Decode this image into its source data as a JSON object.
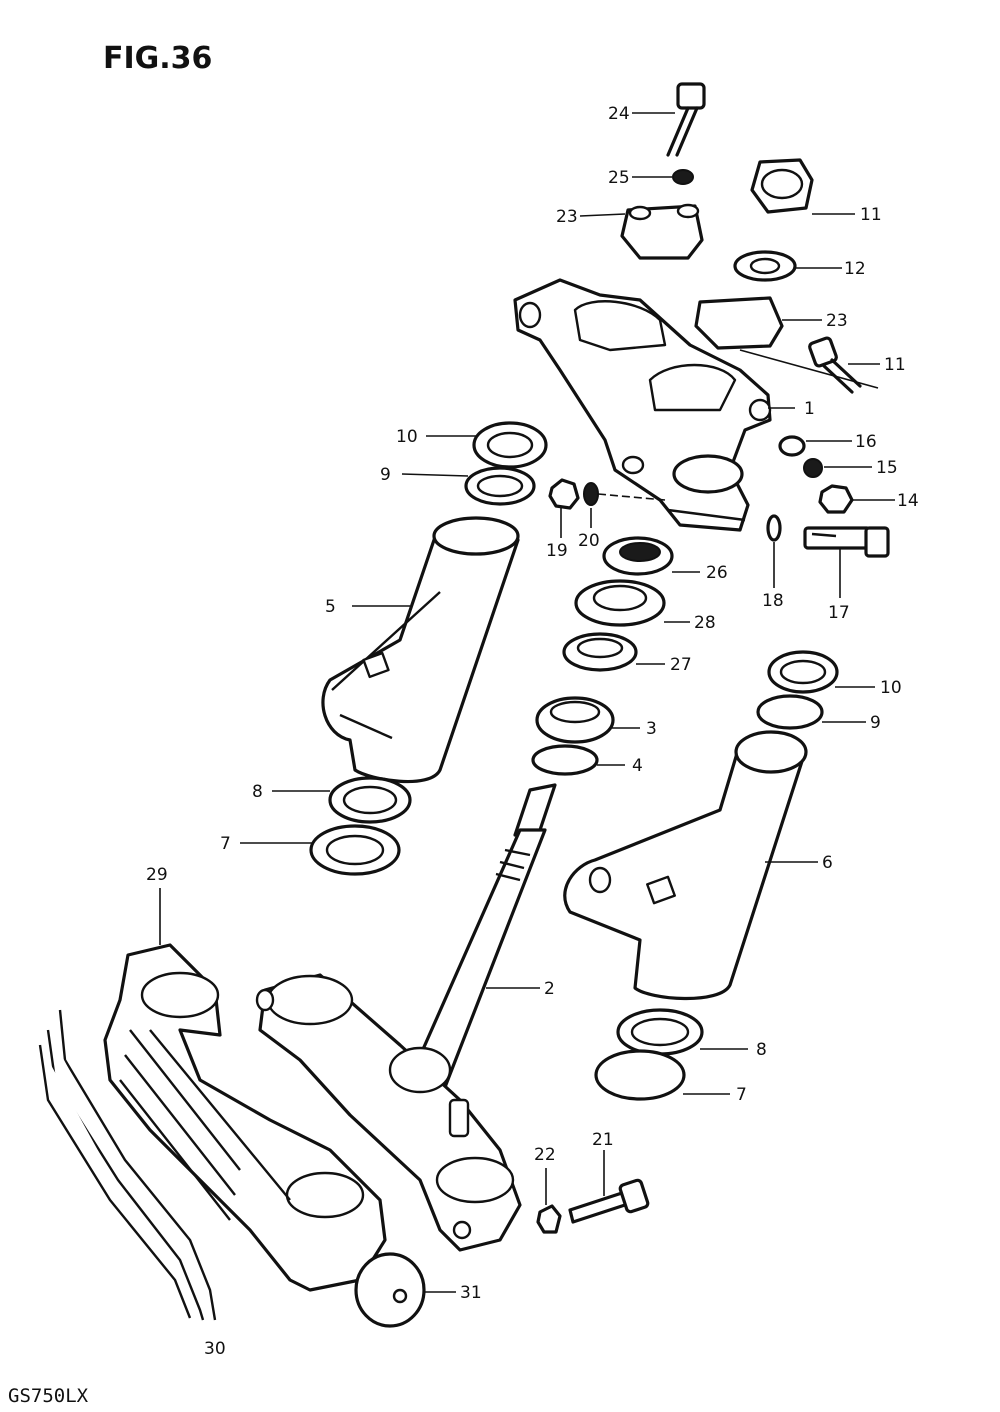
{
  "figure": {
    "title": "FIG.36",
    "model_code": "GS750LX"
  },
  "callouts": {
    "c1": "1",
    "c2": "2",
    "c3": "3",
    "c4": "4",
    "c5": "5",
    "c6": "6",
    "c7a": "7",
    "c7b": "7",
    "c8a": "8",
    "c8b": "8",
    "c9a": "9",
    "c9b": "9",
    "c10a": "10",
    "c10b": "10",
    "c11a": "11",
    "c11b": "11",
    "c12": "12",
    "c14": "14",
    "c15": "15",
    "c16": "16",
    "c17": "17",
    "c18": "18",
    "c19": "19",
    "c20": "20",
    "c21": "21",
    "c22": "22",
    "c23a": "23",
    "c23b": "23",
    "c24": "24",
    "c25": "25",
    "c26": "26",
    "c27": "27",
    "c28": "28",
    "c29": "29",
    "c30": "30",
    "c31": "31"
  }
}
